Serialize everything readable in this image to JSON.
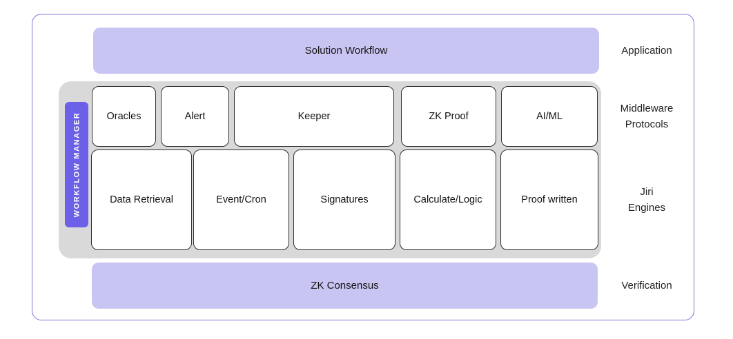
{
  "colors": {
    "frame_border": "#7b72d8",
    "band_fill": "#c9c5f2",
    "panel_fill": "#d9d9d9",
    "manager_fill": "#6c5fe8",
    "node_border": "#2f2f2f",
    "node_fill": "#ffffff",
    "text": "#1b1b1b",
    "manager_text": "#ffffff"
  },
  "bands": {
    "top_label": "Solution Workflow",
    "bottom_label": "ZK Consensus"
  },
  "manager": {
    "label": "WORKFLOW MANAGER"
  },
  "middleware_nodes": [
    {
      "label": "Oracles"
    },
    {
      "label": "Alert"
    },
    {
      "label": "Keeper"
    },
    {
      "label": "ZK Proof"
    },
    {
      "label": "AI/ML"
    }
  ],
  "engine_nodes": [
    {
      "label": "Data Retrieval"
    },
    {
      "label": "Event/Cron"
    },
    {
      "label": "Signatures"
    },
    {
      "label": "Calculate/Logic"
    },
    {
      "label": "Proof written"
    }
  ],
  "side_labels": {
    "application": "Application",
    "middleware_line1": "Middleware",
    "middleware_line2": "Protocols",
    "engines_line1": "Jiri",
    "engines_line2": "Engines",
    "verification": "Verification"
  }
}
